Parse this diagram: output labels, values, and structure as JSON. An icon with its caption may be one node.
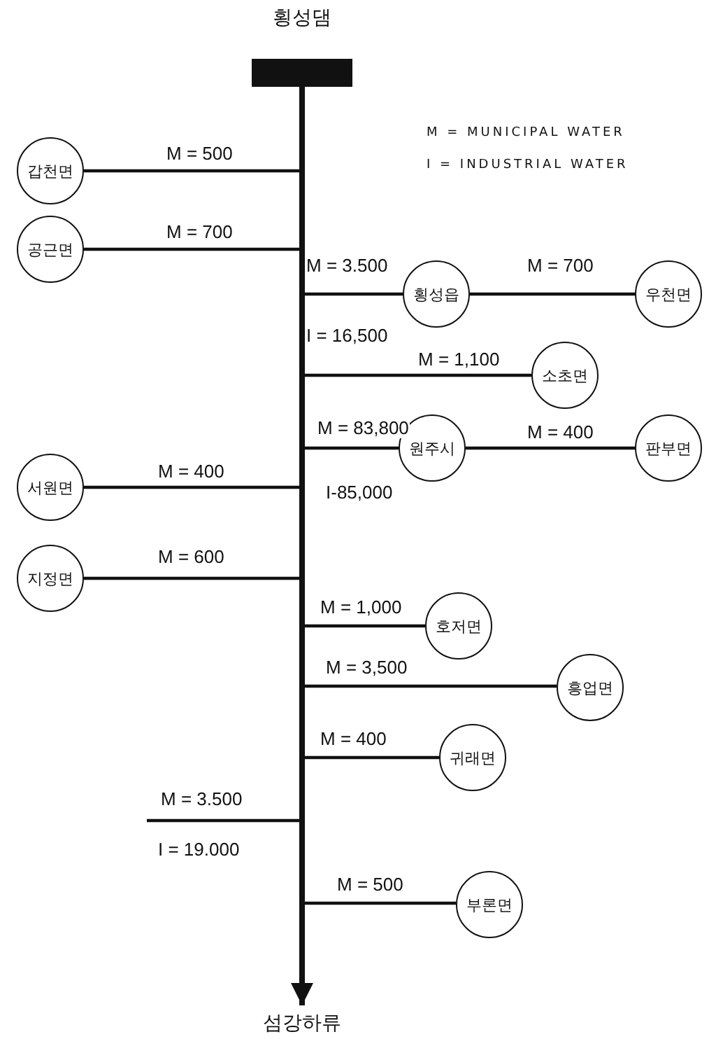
{
  "diagram": {
    "nodes": [
      {
        "text": [
          "횡성댐"
        ]
      },
      {
        "text": [
          "갑천면"
        ]
      },
      {
        "text": [
          "공근면"
        ]
      },
      {
        "text": [
          "횡성읍"
        ]
      },
      {
        "text": [
          "우천면"
        ]
      },
      {
        "text": [
          "소초면"
        ]
      },
      {
        "text": [
          "원주시"
        ]
      },
      {
        "text": [
          "판부면"
        ]
      },
      {
        "text": [
          "서원면"
        ]
      },
      {
        "text": [
          "지정면"
        ]
      },
      {
        "text": [
          "호저면"
        ]
      },
      {
        "text": [
          "흥업면"
        ]
      },
      {
        "text": [
          "귀래면"
        ]
      },
      {
        "text": [
          "부론면"
        ]
      },
      {
        "text": [
          "섬강하류"
        ]
      }
    ],
    "edges": [
      {
        "from": 0,
        "to": 14,
        "arrow": "to",
        "style": "thick"
      },
      {
        "from": 1,
        "to": null,
        "arrow": "none",
        "label": "M = 500"
      },
      {
        "from": 2,
        "to": null,
        "arrow": "none",
        "label": "M = 700"
      },
      {
        "from": 3,
        "to": null,
        "arrow": "none",
        "label": "M = 3.500"
      },
      {
        "from": 3,
        "to": 4,
        "arrow": "none",
        "label": "M = 700"
      },
      {
        "from": 5,
        "to": null,
        "arrow": "none",
        "label": "M = 1,100"
      },
      {
        "from": 6,
        "to": null,
        "arrow": "none",
        "label": "M = 83,800"
      },
      {
        "from": 6,
        "to": 7,
        "arrow": "none",
        "label": "M = 400"
      },
      {
        "from": 8,
        "to": null,
        "arrow": "none",
        "label": "M = 400"
      },
      {
        "from": 9,
        "to": null,
        "arrow": "none",
        "label": "M = 600"
      },
      {
        "from": 10,
        "to": null,
        "arrow": "none",
        "label": "M = 1,000"
      },
      {
        "from": 11,
        "to": null,
        "arrow": "none",
        "label": "M = 3,500"
      },
      {
        "from": 12,
        "to": null,
        "arrow": "none",
        "label": "M = 400"
      },
      {
        "from": 13,
        "to": null,
        "arrow": "none",
        "label": "M = 500"
      }
    ],
    "labels": [
      "M = MUNICIPAL WATER",
      "I = INDUSTRIAL WATER",
      "I = 16,500",
      "I-85,000",
      "M = 3.500",
      "I = 19.000"
    ]
  }
}
